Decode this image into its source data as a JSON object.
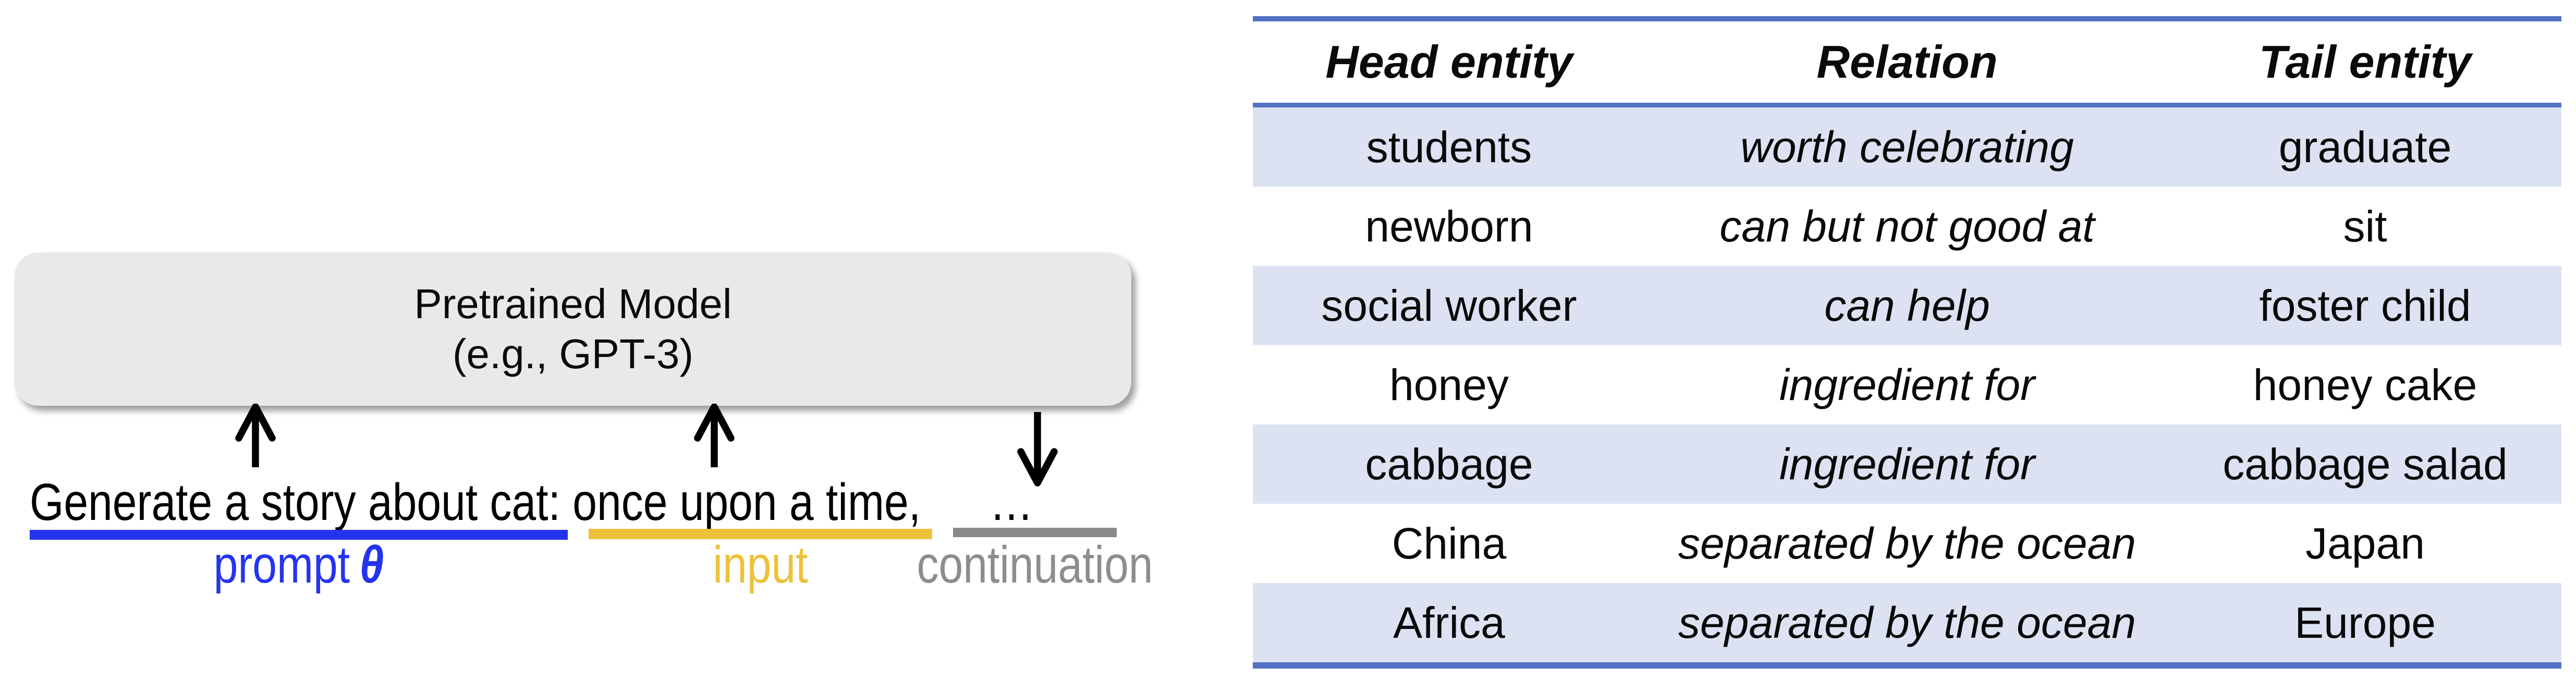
{
  "model_box": {
    "line1": "Pretrained Model",
    "line2": "(e.g., GPT-3)",
    "fill_color": "#e9e9e9"
  },
  "sentence": {
    "text": "Generate a story about cat: once upon a time,",
    "ellipsis": "…"
  },
  "segments": {
    "prompt": {
      "label": "prompt",
      "symbol": "θ",
      "color": "#2434ee"
    },
    "input": {
      "label": "input",
      "color": "#ecc13c"
    },
    "continuation": {
      "label": "continuation",
      "color": "#8a8a8a"
    }
  },
  "table": {
    "columns": [
      "Head entity",
      "Relation",
      "Tail entity"
    ],
    "rows": [
      {
        "head": "students",
        "relation": "worth celebrating",
        "tail": "graduate"
      },
      {
        "head": "newborn",
        "relation": "can but not good at",
        "tail": "sit"
      },
      {
        "head": "social worker",
        "relation": "can help",
        "tail": "foster child"
      },
      {
        "head": "honey",
        "relation": "ingredient for",
        "tail": "honey cake"
      },
      {
        "head": "cabbage",
        "relation": "ingredient for",
        "tail": "cabbage salad"
      },
      {
        "head": "China",
        "relation": "separated by the ocean",
        "tail": "Japan"
      },
      {
        "head": "Africa",
        "relation": "separated by the ocean",
        "tail": "Europe"
      }
    ],
    "border_color": "#5171c2",
    "alt_row_color": "#dde2f3"
  }
}
